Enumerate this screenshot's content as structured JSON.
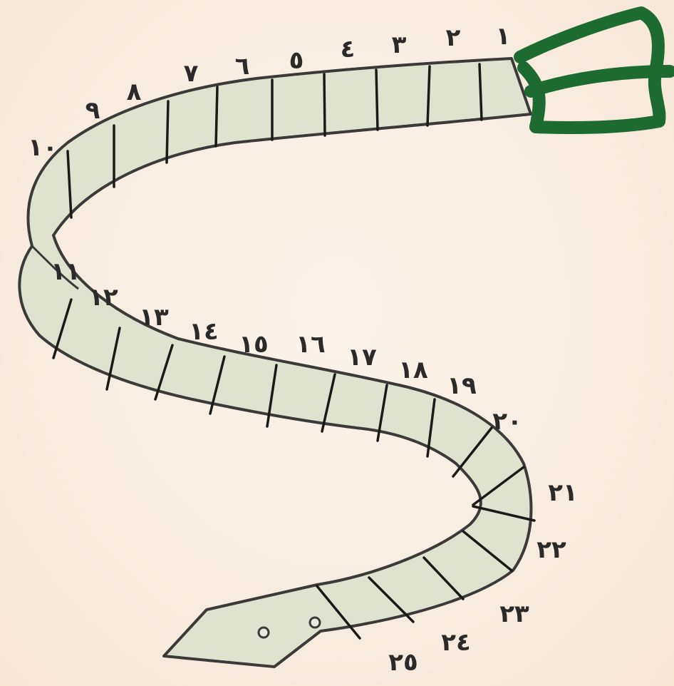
{
  "colors": {
    "background": "#f9efe4",
    "belt_fill": "#dfe2cf",
    "belt_outline": "#3a3a3a",
    "buckle": "#1e6b32"
  },
  "segments": [
    {
      "label": "١"
    },
    {
      "label": "٢"
    },
    {
      "label": "٣"
    },
    {
      "label": "٤"
    },
    {
      "label": "٥"
    },
    {
      "label": "٦"
    },
    {
      "label": "٧"
    },
    {
      "label": "٨"
    },
    {
      "label": "٩"
    },
    {
      "label": "١٠"
    },
    {
      "label": "١١"
    },
    {
      "label": "١٢"
    },
    {
      "label": "١٣"
    },
    {
      "label": "١٤"
    },
    {
      "label": "١٥"
    },
    {
      "label": "١٦"
    },
    {
      "label": "١٧"
    },
    {
      "label": "١٨"
    },
    {
      "label": "١٩"
    },
    {
      "label": "٢٠"
    },
    {
      "label": "٢١"
    },
    {
      "label": "٢٢"
    },
    {
      "label": "٢٣"
    },
    {
      "label": "٢٤"
    },
    {
      "label": "٢٥"
    }
  ],
  "buckle_icon": "belt-buckle-icon",
  "hole_icon": "belt-hole-icon"
}
